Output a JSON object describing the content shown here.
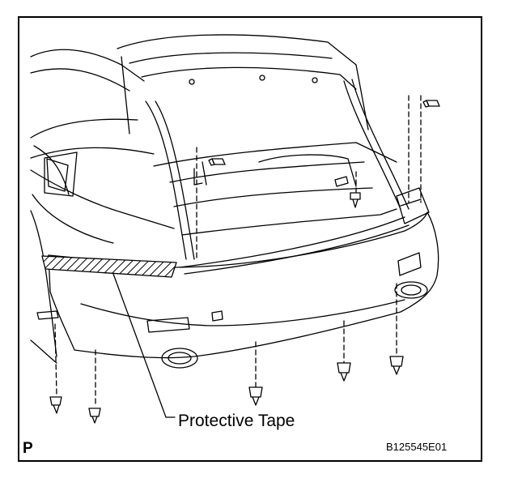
{
  "callout": {
    "label": "Protective Tape"
  },
  "corner_letter": "P",
  "figure_id": "B125545E01",
  "hardware": {
    "bolts": 2,
    "clips": 5,
    "screws": 1
  }
}
